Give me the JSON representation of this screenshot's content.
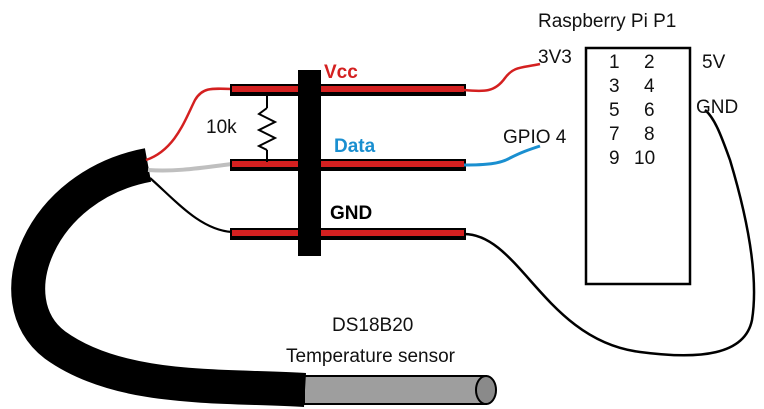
{
  "header": {
    "title": "Raspberry Pi P1"
  },
  "rails": {
    "vcc": {
      "label": "Vcc",
      "color": "#d42020"
    },
    "data": {
      "label": "Data",
      "color": "#1a8fd0"
    },
    "gnd": {
      "label": "GND",
      "color": "#000000"
    }
  },
  "resistor": {
    "label": "10k"
  },
  "pi": {
    "pin_left_labels": {
      "p1": "3V3",
      "p7": "GPIO 4"
    },
    "pin_right_labels": {
      "p2": "5V",
      "p6": "GND"
    },
    "pins_odd": [
      "1",
      "3",
      "5",
      "7",
      "9"
    ],
    "pins_even": [
      "2",
      "4",
      "6",
      "8",
      "10"
    ]
  },
  "sensor": {
    "name": "DS18B20",
    "desc": "Temperature sensor"
  },
  "colors": {
    "wire_red": "#d42020",
    "wire_blue": "#1a8fd0",
    "wire_grey": "#bfbfbf",
    "cable": "#000000",
    "probe": "#9e9e9e"
  },
  "icons": {
    "resistor": "resistor-zigzag-icon"
  }
}
